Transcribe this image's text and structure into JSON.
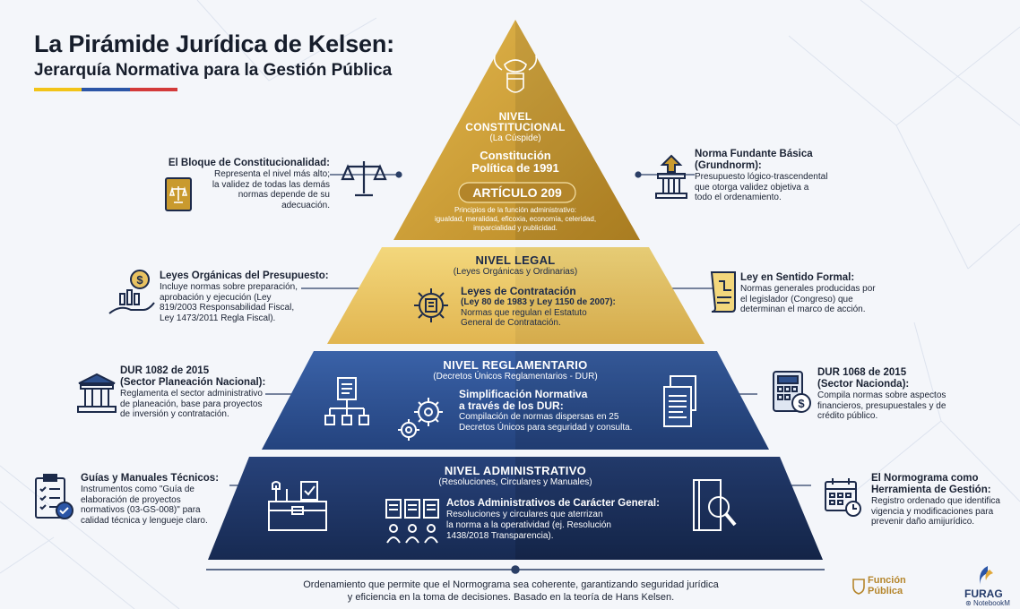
{
  "title": {
    "main": "La Pirámide Jurídica de Kelsen:",
    "subtitle": "Jerarquía Normativa para la Gestión Pública"
  },
  "colors": {
    "flag_yellow": "#f2c418",
    "flag_blue": "#2b55a6",
    "flag_red": "#d33a3a",
    "tier1": "#c99a2e",
    "tier2": "#e8c261",
    "tier3": "#2d4f8c",
    "tier4": "#1f3563"
  },
  "tiers": {
    "constitucional": {
      "title1": "NIVEL",
      "title2": "CONSTITUCIONAL",
      "sub": "(La Cúspide)",
      "doc1": "Constitución",
      "doc2": "Política de 1991",
      "article": "ARTÍCULO 209",
      "p1": "Principios de la función administrativo:",
      "p2": "igualdad, meralidad, eficoxia, economía, celeridad,",
      "p3": "imparcialidad y publicidad."
    },
    "legal": {
      "title": "NIVEL LEGAL",
      "sub": "(Leyes Orgánicas y Ordinarias)",
      "h": "Leyes de Contratación",
      "l1": "(Ley 80 de 1983 y Ley 1150 de 2007):",
      "l2": "Normas que regulan el Estatuto",
      "l3": "General de Contratación."
    },
    "reglamentario": {
      "title": "NIVEL REGLAMENTARIO",
      "sub": "(Decretos Únicos Reglamentarios - DUR)",
      "h1": "Simplificación Normativa",
      "h2": "a través de los DUR:",
      "l1": "Compilación de normas dispersas en 25",
      "l2": "Decretos Únicos para seguridad y consulta."
    },
    "administrativo": {
      "title": "NIVEL ADMINISTRATIVO",
      "sub": "(Resoluciones, Circulares y Manuales)",
      "h": "Actos Administrativos de Carácter General:",
      "l1": "Resoluciones y circulares que aterrizan",
      "l2": "la norma a la operatividad (ej. Resolución",
      "l3": "1438/2018 Transparencia)."
    }
  },
  "sides": {
    "left1": {
      "title": "El Bloque de Constitucionalidad:",
      "l1": "Representa el nivel más alto;",
      "l2": "la validez de todas las demás",
      "l3": "normas depende de su",
      "l4": "adecuación."
    },
    "right1": {
      "title1": "Norma Fundante Básica",
      "title2": "(Grundnorm):",
      "l1": "Presupuesto lógico-trascendental",
      "l2": "que otorga validez objetiva a",
      "l3": "todo el ordenamiento."
    },
    "left2": {
      "title": "Leyes Orgánicas del Presupuesto:",
      "l1": "Incluye normas sobre preparación,",
      "l2": "aprobación y ejecución (Ley",
      "l3": "819/2003 Responsabilidad Fiscal,",
      "l4": "Ley 1473/2011 Regla Fiscal)."
    },
    "right2": {
      "title": "Ley en Sentido Formal:",
      "l1": "Normas generales producidas por",
      "l2": "el legislador (Congreso) que",
      "l3": "determinan el marco de acción."
    },
    "left3": {
      "title1": "DUR 1082 de 2015",
      "title2": "(Sector Planeación Nacional):",
      "l1": "Reglamenta el sector administrativo",
      "l2": "de planeación, base para proyectos",
      "l3": "de inversión y contratación."
    },
    "right3": {
      "title1": "DUR 1068 de 2015",
      "title2": "(Sector Nacionda):",
      "l1": "Compila normas sobre aspectos",
      "l2": "financieros, presupuestales y de",
      "l3": "crédito público."
    },
    "left4": {
      "title": "Guías y Manuales Técnicos:",
      "l1": "Instrumentos como \"Guía de",
      "l2": "elaboración de proyectos",
      "l3": "normativos (03-GS-008)\" para",
      "l4": "calidad técnica y lengueje claro."
    },
    "right4": {
      "title1": "El Normograma como",
      "title2": "Herramienta de Gestión:",
      "l1": "Registro ordenado que identifica",
      "l2": "vigencia y modificaciones para",
      "l3": "prevenir daño amijurídico."
    }
  },
  "footer": {
    "l1": "Ordenamiento que permite que el Normograma sea coherente, garantizando seguridad jurídica",
    "l2": "y eficiencia en la toma de decisiones. Basado en la teoría de Hans Kelsen."
  },
  "logos": {
    "fp1": "Función",
    "fp2": "Pública",
    "furag": "FURAG",
    "notebook": "Notebook",
    "notebook_trail": "M"
  },
  "icons": [
    "coat-of-arms-icon",
    "law-book-icon",
    "scales-icon",
    "column-arrow-icon",
    "money-hand-icon",
    "gear-document-icon",
    "legal-scroll-icon",
    "government-building-icon",
    "document-hierarchy-icon",
    "gears-icon",
    "documents-icon",
    "calculator-icon",
    "toolbox-icon",
    "group-documents-icon",
    "magnifier-book-icon",
    "checklist-icon",
    "calendar-icon"
  ]
}
